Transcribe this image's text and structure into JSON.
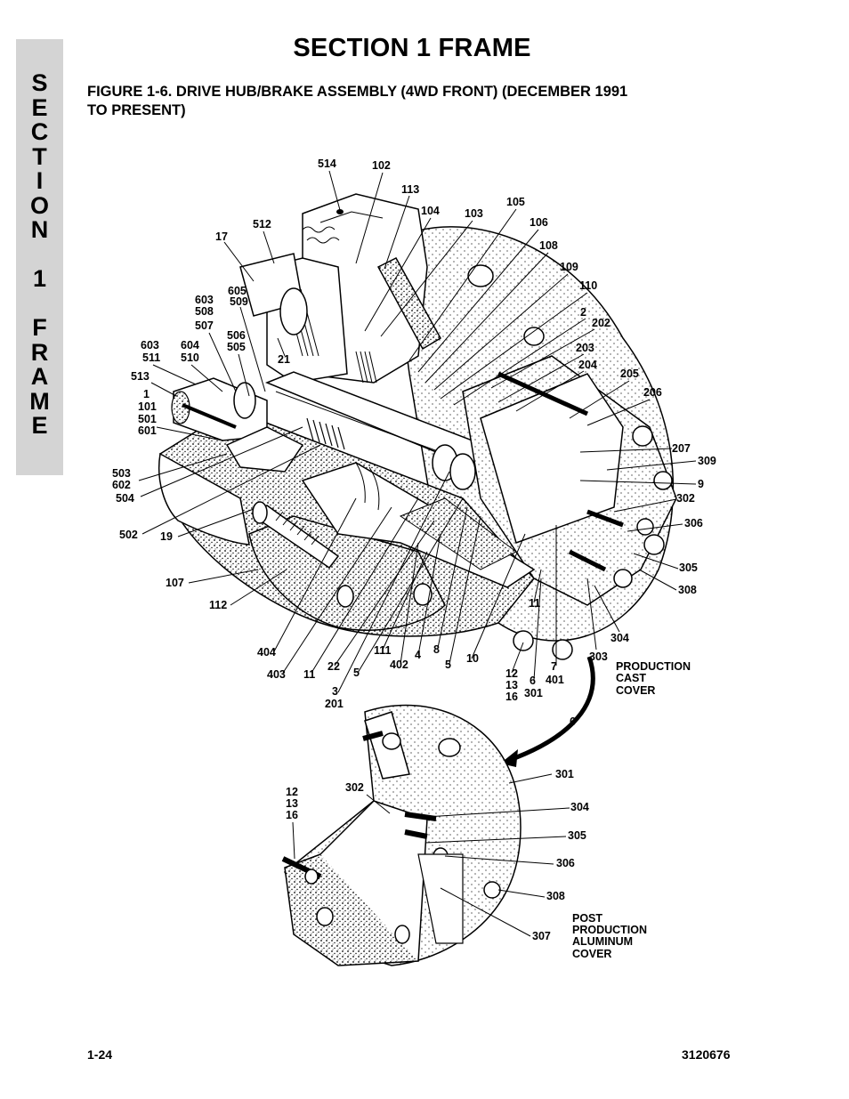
{
  "side_tab": {
    "lines": [
      "S",
      "E",
      "C",
      "T",
      "I",
      "O",
      "N",
      "",
      "1",
      "",
      "F",
      "R",
      "A",
      "M",
      "E"
    ]
  },
  "header": {
    "section_title": "SECTION 1  FRAME"
  },
  "figure": {
    "title_line1": "FIGURE 1-6.    DRIVE HUB/BRAKE ASSEMBLY (4WD FRONT) (DECEMBER 1991",
    "title_line2": "TO PRESENT)"
  },
  "callouts": {
    "c514": "514",
    "c102": "102",
    "c113": "113",
    "c104": "104",
    "c103": "103",
    "c105": "105",
    "c106": "106",
    "c108": "108",
    "c109": "109",
    "c110": "110",
    "c2": "2",
    "c202": "202",
    "c203": "203",
    "c204": "204",
    "c205": "205",
    "c206": "206",
    "c207": "207",
    "c309": "309",
    "c9": "9",
    "c302": "302",
    "c306": "306",
    "c305": "305",
    "c308": "308",
    "c304": "304",
    "c303": "303",
    "c17": "17",
    "c512": "512",
    "c605": "605",
    "c509": "509",
    "c603a": "603",
    "c508": "508",
    "c507": "507",
    "c506": "506",
    "c505": "505",
    "c603b": "603",
    "c511": "511",
    "c604": "604",
    "c510": "510",
    "c21": "21",
    "c513": "513",
    "c1": "1",
    "c101": "101",
    "c501": "501",
    "c601": "601",
    "c503": "503",
    "c602": "602",
    "c504": "504",
    "c502": "502",
    "c19": "19",
    "c107": "107",
    "c112": "112",
    "c404": "404",
    "c403": "403",
    "c11a": "11",
    "c22": "22",
    "c5a": "5",
    "c3": "3",
    "c201": "201",
    "c111": "111",
    "c4": "4",
    "c402": "402",
    "c8": "8",
    "c5b": "5",
    "c10": "10",
    "c12": "12",
    "c13": "13",
    "c16": "16",
    "c6": "6",
    "c301": "301",
    "c7": "7",
    "c401": "401",
    "c11b": "11"
  },
  "cast_cover_label": [
    "PRODUCTION",
    "CAST",
    "COVER"
  ],
  "arrow_label": "6",
  "lower_callouts": {
    "l12": "12",
    "l13": "13",
    "l16": "16",
    "l302": "302",
    "l301": "301",
    "l304": "304",
    "l305": "305",
    "l306": "306",
    "l308": "308",
    "l307": "307"
  },
  "aluminum_cover_label": [
    "POST",
    "PRODUCTION",
    "ALUMINUM",
    "COVER"
  ],
  "footer": {
    "page_number": "1-24",
    "doc_number": "3120676"
  }
}
